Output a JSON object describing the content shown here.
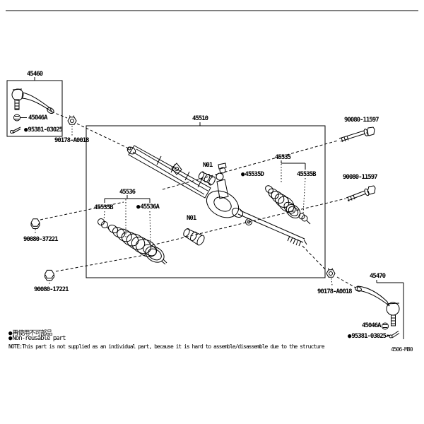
{
  "figure": {
    "code": "4506-M80"
  },
  "markers": {
    "nonreusable": "●"
  },
  "callouts": {
    "c45460": "45460",
    "c45046A_top": "45046A",
    "c95381_top": "95381-03025",
    "c90178_top": "90178-A0018",
    "c45510": "45510",
    "c90080_11597_top": "90080-11597",
    "c90080_11597_mid": "90080-11597",
    "c45535": "45535",
    "c45535D": "45535D",
    "c45535B_right": "45535B",
    "c45536": "45536",
    "c45535B_left": "45535B",
    "c45536A": "45536A",
    "c90080_37221": "90080-37221",
    "c90080_17221": "90080-17221",
    "c90178_bottom": "90178-A0018",
    "c45470": "45470",
    "c45046A_bottom": "45046A",
    "c95381_bottom": "95381-03025",
    "note_ref_1": "N01",
    "note_ref_2": "N01"
  },
  "footnotes": {
    "nonreusable_jp": "再使用不可部品",
    "nonreusable_en": "Non-reusable part",
    "note": "NOTE:This part is not supplied as an individual part, because it is hard to assemble/disassemble due to the structure"
  },
  "colors": {
    "line": "#000000",
    "background": "#ffffff"
  }
}
